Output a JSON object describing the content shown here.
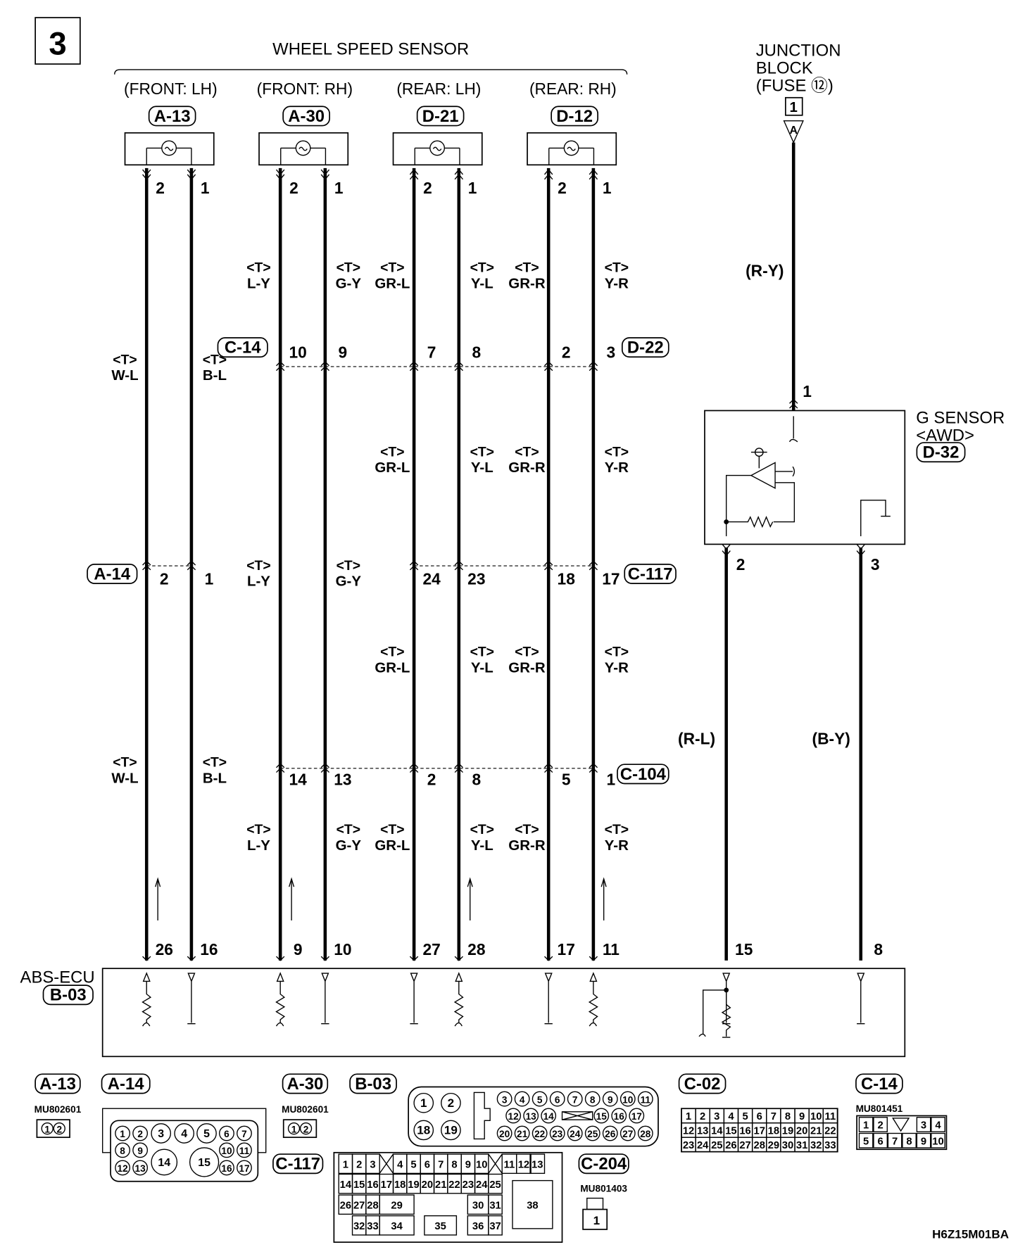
{
  "page_number": "3",
  "title": "WHEEL SPEED SENSOR",
  "harness_tag": "<T>",
  "sensors": [
    {
      "position": "(FRONT: LH)",
      "connector": "A-13",
      "pins": [
        "2",
        "1"
      ],
      "wires": [
        "W-L",
        "B-L"
      ]
    },
    {
      "position": "(FRONT: RH)",
      "connector": "A-30",
      "pins": [
        "2",
        "1"
      ],
      "wires": [
        "L-Y",
        "G-Y"
      ]
    },
    {
      "position": "(REAR: LH)",
      "connector": "D-21",
      "pins": [
        "2",
        "1"
      ],
      "wires": [
        "GR-L",
        "Y-L"
      ]
    },
    {
      "position": "(REAR: RH)",
      "connector": "D-12",
      "pins": [
        "2",
        "1"
      ],
      "wires": [
        "GR-R",
        "Y-R"
      ]
    }
  ],
  "junction_block": {
    "lines": [
      "JUNCTION",
      "BLOCK",
      "(FUSE ⑫)"
    ],
    "fuse_pin": "1",
    "terminal": "A",
    "wire": "(R-Y)"
  },
  "g_sensor": {
    "name": "G SENSOR",
    "variant": "<AWD>",
    "connector": "D-32",
    "pins": [
      "1",
      "2",
      "3"
    ],
    "wires": [
      "(R-L)",
      "(B-Y)"
    ]
  },
  "intermediate_connectors": [
    {
      "left": "C-14",
      "right": "D-22",
      "pins": [
        "10",
        "9",
        "7",
        "8",
        "2",
        "3"
      ]
    },
    {
      "left": "A-14",
      "right": "C-117",
      "pins": [
        "2",
        "1",
        "24",
        "23",
        "18",
        "17"
      ]
    },
    {
      "right": "C-104",
      "pins": [
        "14",
        "13",
        "2",
        "8",
        "5",
        "1"
      ]
    }
  ],
  "ecu": {
    "name": "ABS-ECU",
    "connector": "B-03",
    "pins": [
      "26",
      "16",
      "9",
      "10",
      "27",
      "28",
      "17",
      "11",
      "15",
      "8"
    ]
  },
  "connector_views": {
    "a13": {
      "label": "A-13",
      "part": "MU802601",
      "pins": [
        "1",
        "2"
      ]
    },
    "a14": {
      "label": "A-14",
      "pins": [
        "1",
        "2",
        "3",
        "4",
        "5",
        "6",
        "7",
        "8",
        "9",
        "14",
        "15",
        "10",
        "11",
        "12",
        "13",
        "16",
        "17"
      ]
    },
    "a30": {
      "label": "A-30",
      "part": "MU802601",
      "pins": [
        "1",
        "2"
      ]
    },
    "b03": {
      "label": "B-03",
      "pins": [
        "1",
        "2",
        "18",
        "19",
        "3",
        "4",
        "5",
        "6",
        "7",
        "8",
        "9",
        "10",
        "11",
        "12",
        "13",
        "14",
        "15",
        "16",
        "17",
        "20",
        "21",
        "22",
        "23",
        "24",
        "25",
        "26",
        "27",
        "28"
      ]
    },
    "c117": {
      "label": "C-117",
      "pins": [
        "1",
        "2",
        "3",
        "4",
        "5",
        "6",
        "7",
        "8",
        "9",
        "10",
        "11",
        "12",
        "13",
        "14",
        "15",
        "16",
        "17",
        "18",
        "19",
        "20",
        "21",
        "22",
        "23",
        "24",
        "25",
        "26",
        "27",
        "28",
        "29",
        "30",
        "31",
        "32",
        "33",
        "34",
        "35",
        "36",
        "37",
        "38"
      ]
    },
    "c204": {
      "label": "C-204",
      "part": "MU801403",
      "pins": [
        "1"
      ]
    },
    "c02": {
      "label": "C-02",
      "pins": [
        "1",
        "2",
        "3",
        "4",
        "5",
        "6",
        "7",
        "8",
        "9",
        "10",
        "11",
        "12",
        "13",
        "14",
        "15",
        "16",
        "17",
        "18",
        "19",
        "20",
        "21",
        "22",
        "23",
        "24",
        "25",
        "26",
        "27",
        "28",
        "29",
        "30",
        "31",
        "32",
        "33"
      ]
    },
    "c14": {
      "label": "C-14",
      "part": "MU801451",
      "pins": [
        "1",
        "2",
        "3",
        "4",
        "5",
        "6",
        "7",
        "8",
        "9",
        "10"
      ]
    }
  },
  "diagram_code": "H6Z15M01BA"
}
